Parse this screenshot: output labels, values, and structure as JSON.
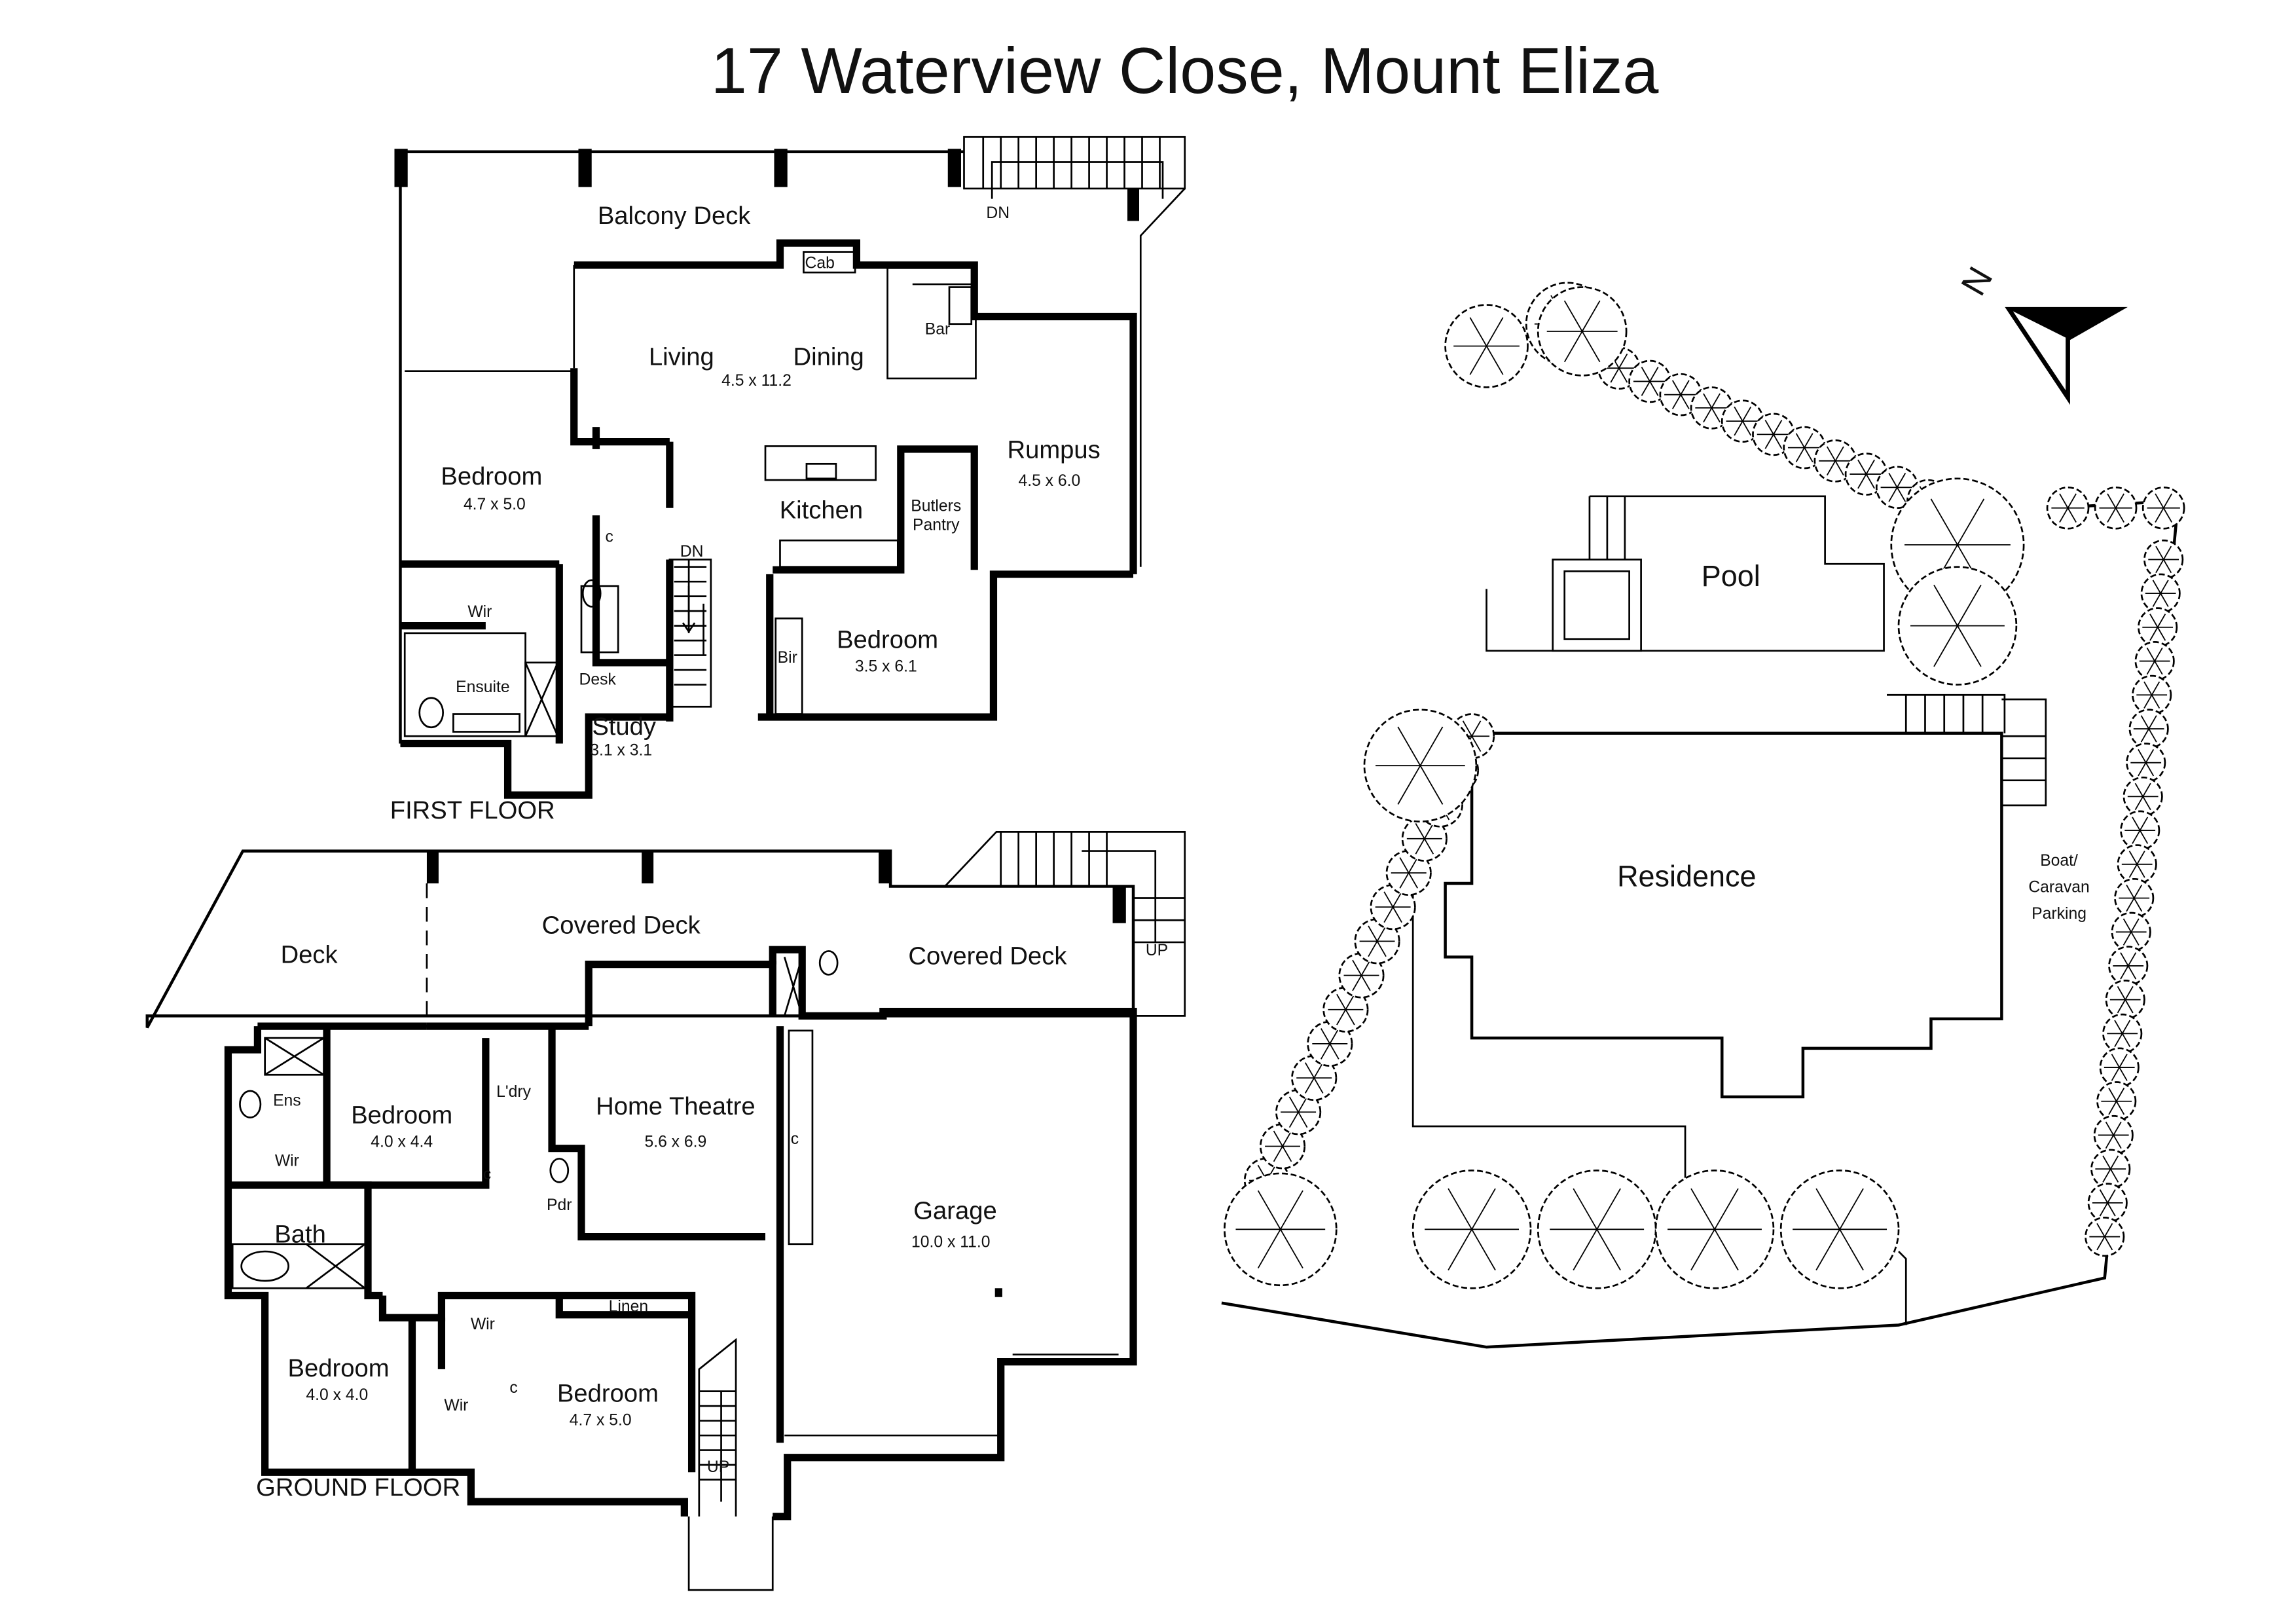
{
  "title": "17 Waterview Close, Mount Eliza",
  "first_floor": {
    "label": "FIRST FLOOR",
    "rooms": {
      "balcony_deck": "Balcony Deck",
      "dn_top": "DN",
      "cab": "Cab",
      "bar": "Bar",
      "living": "Living",
      "dining": "Dining",
      "living_dim": "4.5 x 11.2",
      "rumpus": "Rumpus",
      "rumpus_dim": "4.5 x 6.0",
      "bedroom1": "Bedroom",
      "bedroom1_dim": "4.7 x 5.0",
      "kitchen": "Kitchen",
      "butlers": "Butlers",
      "pantry": "Pantry",
      "c": "c",
      "dn_stairs": "DN",
      "wir": "Wir",
      "ensuite": "Ensuite",
      "desk": "Desk",
      "study": "Study",
      "study_dim": "3.1 x 3.1",
      "bir": "Bir",
      "bedroom2": "Bedroom",
      "bedroom2_dim": "3.5 x 6.1"
    }
  },
  "ground_floor": {
    "label": "GROUND FLOOR",
    "rooms": {
      "deck": "Deck",
      "covered_deck1": "Covered Deck",
      "covered_deck2": "Covered Deck",
      "up_right": "UP",
      "ens": "Ens",
      "wir1": "Wir",
      "bedroom1": "Bedroom",
      "bedroom1_dim": "4.0 x 4.4",
      "ldry": "L'dry",
      "c1": "c",
      "pdr": "Pdr",
      "home_theatre": "Home Theatre",
      "home_theatre_dim": "5.6 x 6.9",
      "c2": "c",
      "garage": "Garage",
      "garage_dim": "10.0 x 11.0",
      "bath": "Bath",
      "wir2": "Wir",
      "linen": "Linen",
      "bedroom2": "Bedroom",
      "bedroom2_dim": "4.0 x 4.0",
      "wir3": "Wir",
      "c3": "c",
      "bedroom3": "Bedroom",
      "bedroom3_dim": "4.7 x 5.0",
      "up_stairs": "UP"
    }
  },
  "site_plan": {
    "north": "N",
    "pool": "Pool",
    "residence": "Residence",
    "boat_line1": "Boat/",
    "boat_line2": "Caravan",
    "boat_line3": "Parking"
  }
}
